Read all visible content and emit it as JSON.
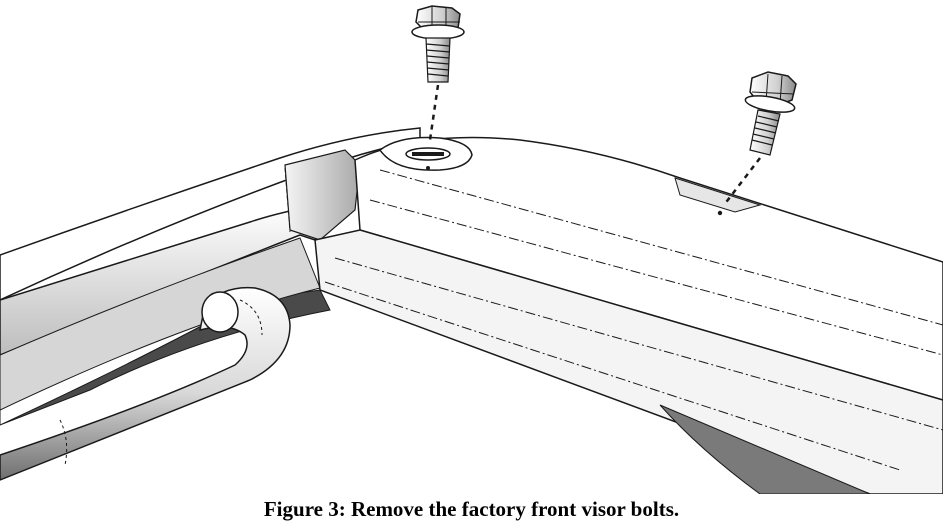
{
  "caption": "Figure 3: Remove the factory front visor bolts.",
  "figure_subject": "exploded-view line drawing of a tubular roof frame with a front visor bracket and two flange bolts above their mounting holes",
  "colors": {
    "line": "#1a1a1a",
    "shade": "#cfcfcf",
    "dark_shade": "#9a9a9a",
    "background": "#ffffff"
  },
  "parts": [
    {
      "name": "flange-bolt",
      "count": 2
    },
    {
      "name": "visor-bracket",
      "count": 1
    },
    {
      "name": "roof-frame-tube",
      "count": 1
    }
  ]
}
